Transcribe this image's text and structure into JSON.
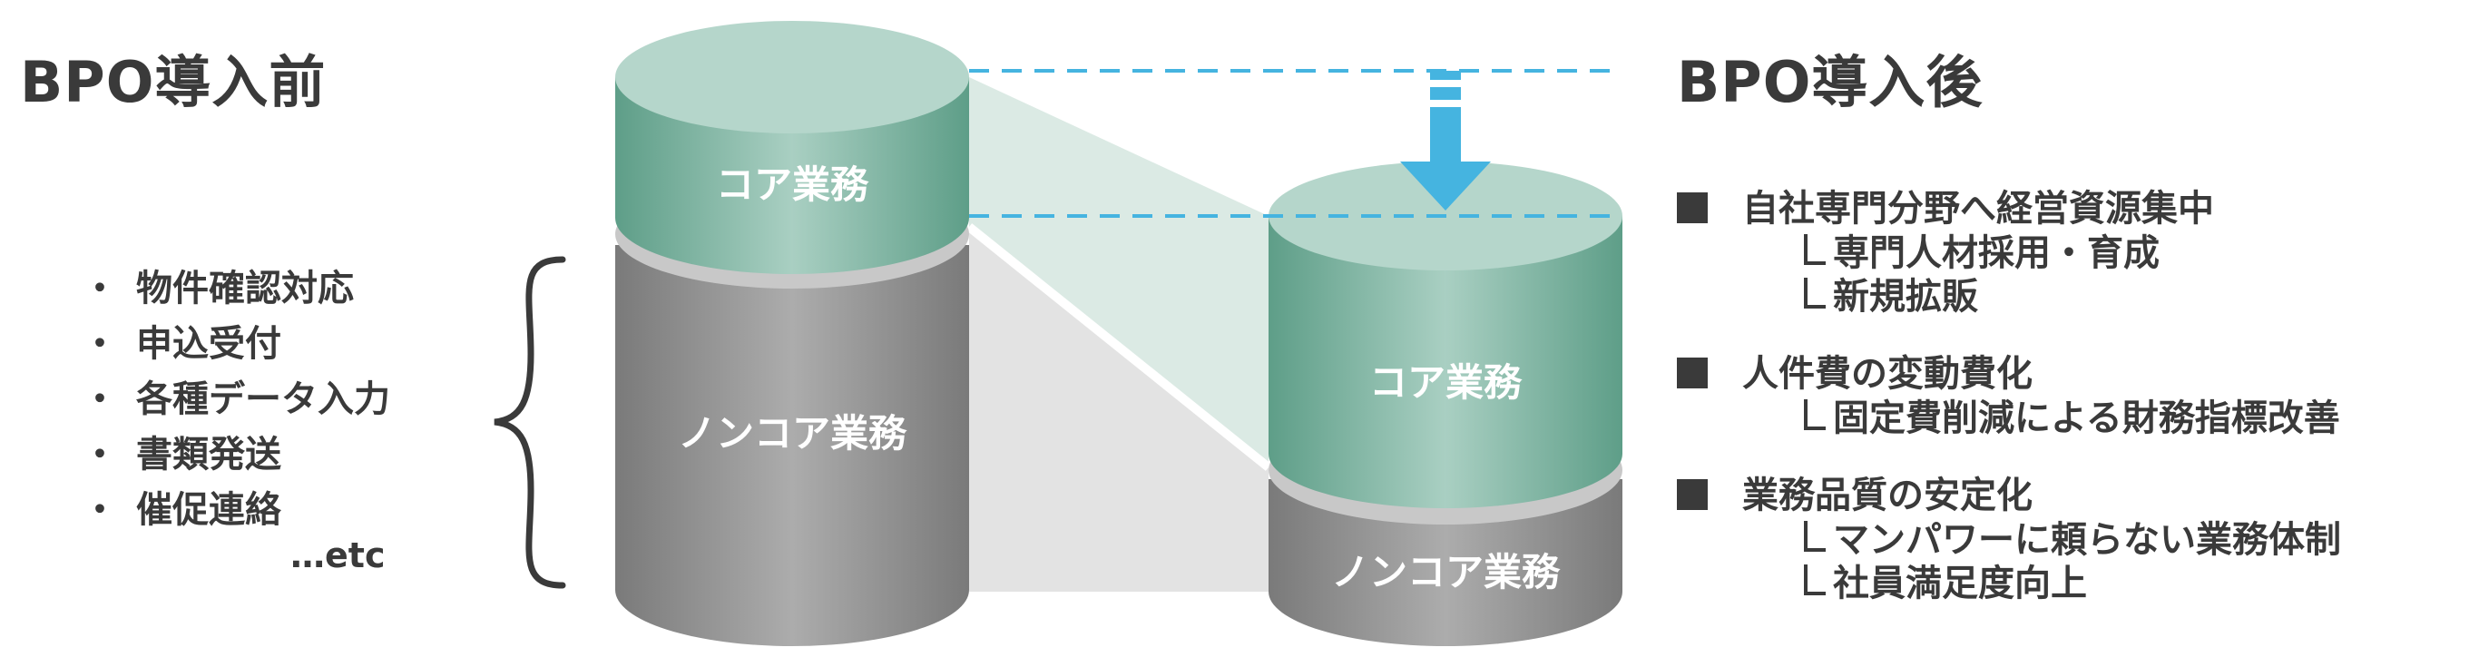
{
  "before": {
    "title": "BPO導入前",
    "tasks": [
      {
        "bullet": "・",
        "text": "物件確認対応"
      },
      {
        "bullet": "・",
        "text": "申込受付"
      },
      {
        "bullet": "・",
        "text": "各種データ入力"
      },
      {
        "bullet": "・",
        "text": "書類発送"
      },
      {
        "bullet": "・",
        "text": "催促連絡"
      }
    ],
    "etc": "…etc",
    "core_label": "コア業務",
    "noncore_label": "ノンコア業務"
  },
  "after": {
    "title": "BPO導入後",
    "core_label": "コア業務",
    "noncore_label": "ノンコア業務",
    "benefits": [
      {
        "heading": "自社専門分野へ経営資源集中",
        "subs": [
          "専門人材採用・育成",
          "新規拡販"
        ]
      },
      {
        "heading": "人件費の変動費化",
        "subs": [
          "固定費削減による財務指標改善"
        ]
      },
      {
        "heading": "業務品質の安定化",
        "subs": [
          "マンパワーに頼らない業務体制",
          "社員満足度向上"
        ]
      }
    ]
  },
  "colors": {
    "core_top": "#b5d6cb",
    "core_side": "#5e9e88",
    "core_highlight": "#a9cfc2",
    "noncore_side": "#7a7a7a",
    "noncore_highlight": "#acacac",
    "separator": "#c8c8c8",
    "arrow": "#45b4e0",
    "dashed": "#45b4e0",
    "text": "#3a3a3a",
    "label": "#ffffff"
  },
  "icons": {
    "arrow": "arrow-down-icon",
    "brace": "curly-brace-icon",
    "bullet": "black-square-icon"
  }
}
